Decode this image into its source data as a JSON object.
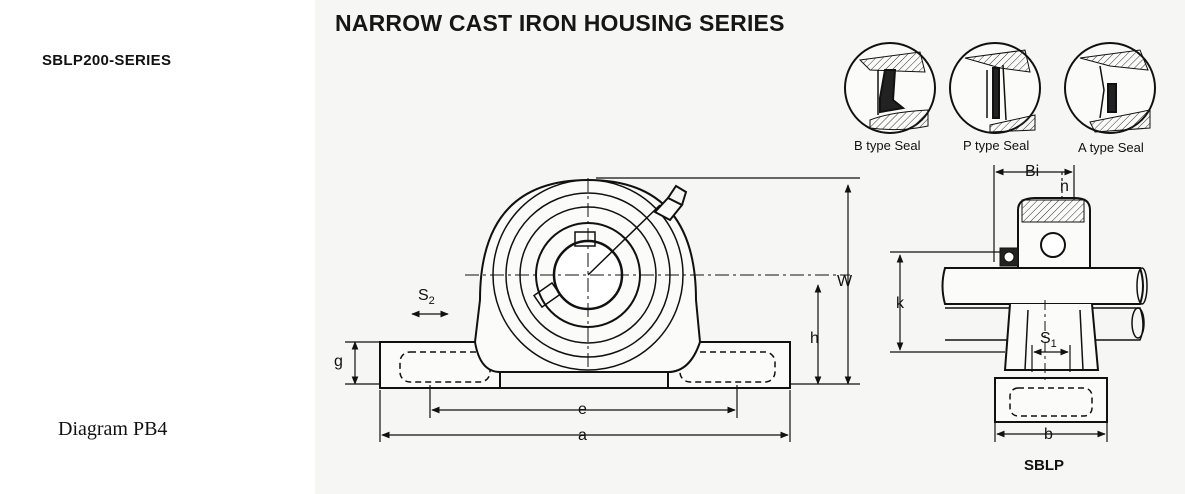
{
  "series_label": "SBLP200-SERIES",
  "title": "NARROW CAST IRON HOUSING SERIES",
  "diagram_label": "Diagram PB4",
  "seals": [
    {
      "label": "B type Seal"
    },
    {
      "label": "P type Seal"
    },
    {
      "label": "A type Seal"
    }
  ],
  "dimensions": {
    "S2": "S",
    "S2_sub": "2",
    "g": "g",
    "h": "h",
    "W": "W",
    "e": "e",
    "a": "a",
    "Bi": "Bi",
    "n": "n",
    "k": "k",
    "S1": "S",
    "S1_sub": "1",
    "b": "b"
  },
  "side_view_label": "SBLP"
}
